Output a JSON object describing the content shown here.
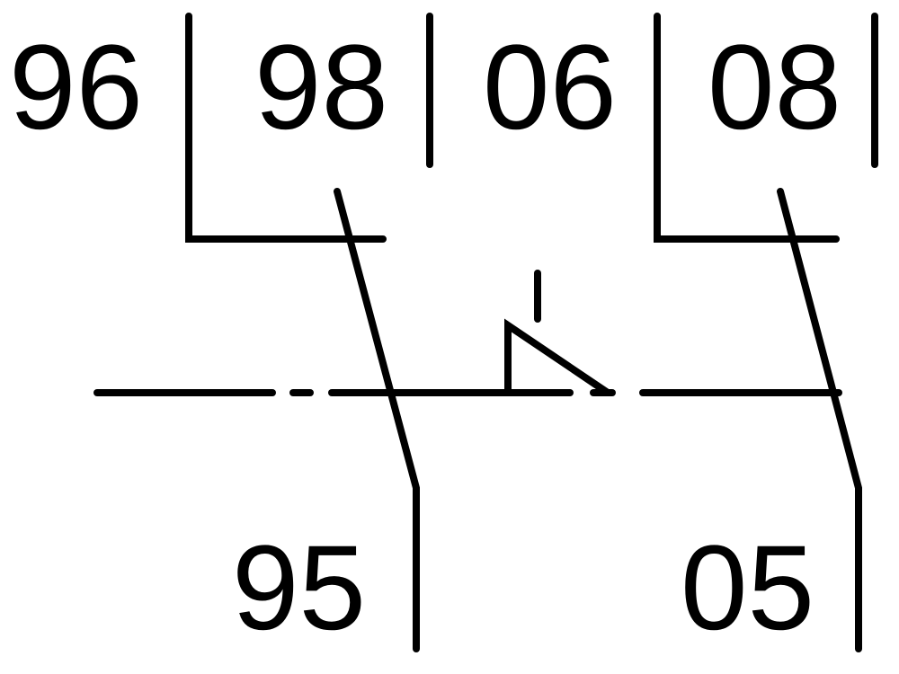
{
  "terminals": {
    "t96": "96",
    "t98": "98",
    "t06": "06",
    "t08": "08",
    "t95": "95",
    "t05": "05"
  },
  "colors": {
    "stroke": "#000000",
    "background": "#ffffff"
  }
}
